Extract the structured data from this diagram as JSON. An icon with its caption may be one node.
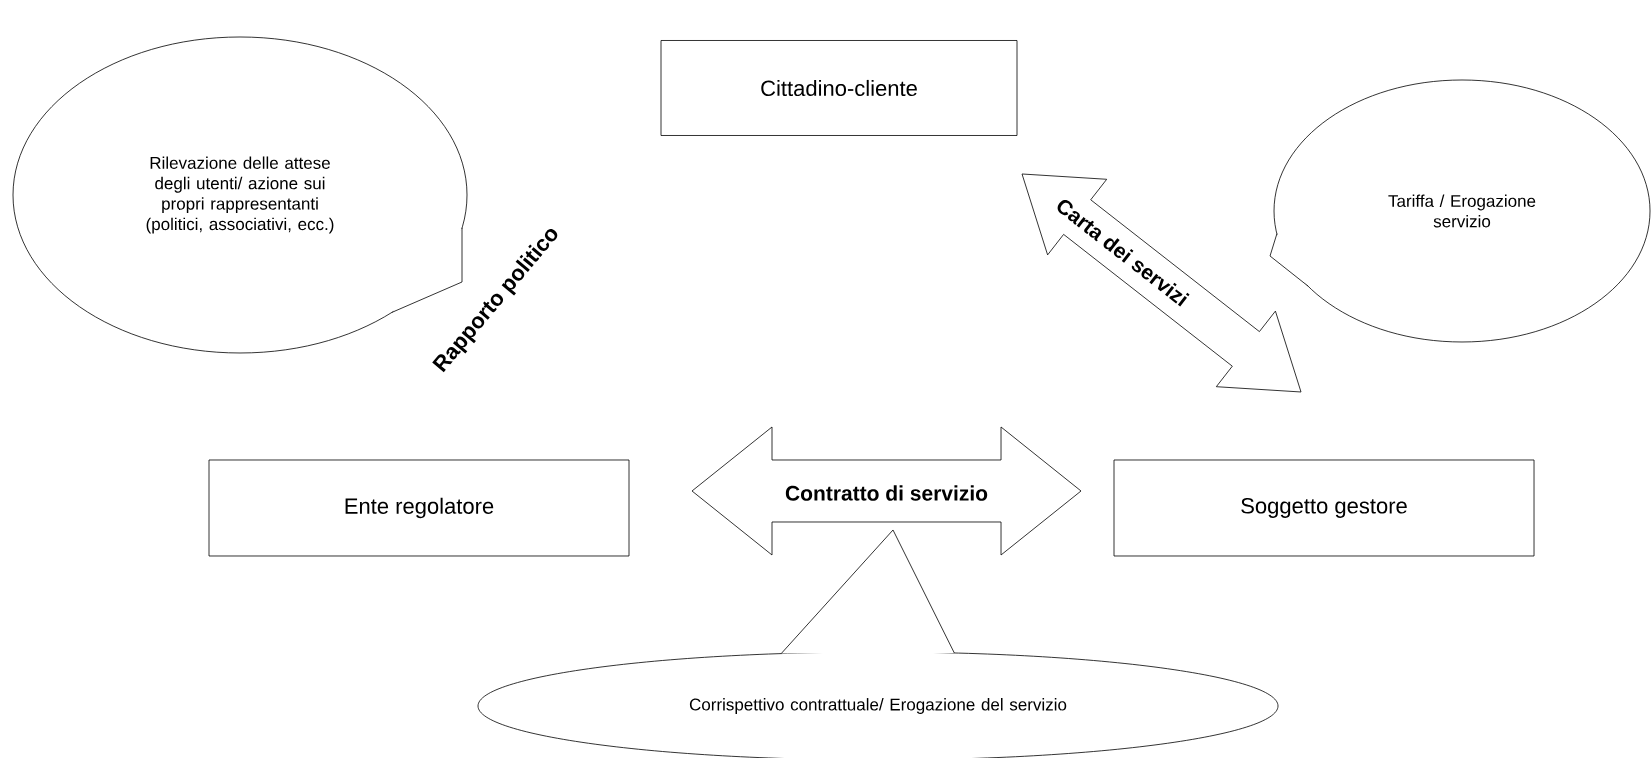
{
  "diagram": {
    "nodes": [
      {
        "text": [
          "Cittadino-cliente"
        ]
      },
      {
        "text": [
          "Ente regolatore"
        ]
      },
      {
        "text": [
          "Soggetto gestore"
        ]
      },
      {
        "text": [
          "Rilevazione delle attese degli utenti/ azione sui propri rappresentanti (politici, associativi, ecc.)"
        ]
      },
      {
        "text": [
          "Tariffa / Erogazione servizio"
        ]
      },
      {
        "text": [
          "Corrispettivo contrattuale/ Erogazione del servizio"
        ]
      }
    ],
    "edges": [
      {
        "from": 0,
        "to": 2,
        "arrow": "both",
        "label": "Carta dei servizi"
      },
      {
        "from": 1,
        "to": 2,
        "arrow": "both",
        "label": "Contratto di servizio"
      }
    ],
    "labels": [
      "Rapporto politico"
    ]
  }
}
